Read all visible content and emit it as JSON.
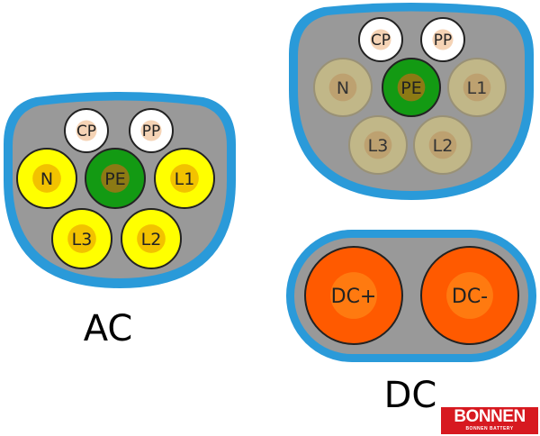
{
  "colors": {
    "shell": "#2a9ad9",
    "body": "#999999",
    "ac_pin": "#ffff00",
    "pin_core": "#f2c200",
    "pe_pin": "#139a13",
    "pe_core": "#8c7a14",
    "signal_pin": "#ffffff",
    "signal_core": "#f5d3b5",
    "dc_pin": "#ff5a00",
    "dc_core": "#ff7a10",
    "faded_pin": "#bdb084"
  },
  "ac": {
    "label": "AC",
    "pins": {
      "cp": "CP",
      "pp": "PP",
      "n": "N",
      "pe": "PE",
      "l1": "L1",
      "l3": "L3",
      "l2": "L2"
    }
  },
  "dc": {
    "label": "DC",
    "pins": {
      "cp": "CP",
      "pp": "PP",
      "n": "N",
      "pe": "PE",
      "l1": "L1",
      "l3": "L3",
      "l2": "L2",
      "dc_plus": "DC+",
      "dc_minus": "DC-"
    }
  },
  "logo": {
    "name": "BONNEN",
    "tagline": "BONNEN BATTERY"
  }
}
